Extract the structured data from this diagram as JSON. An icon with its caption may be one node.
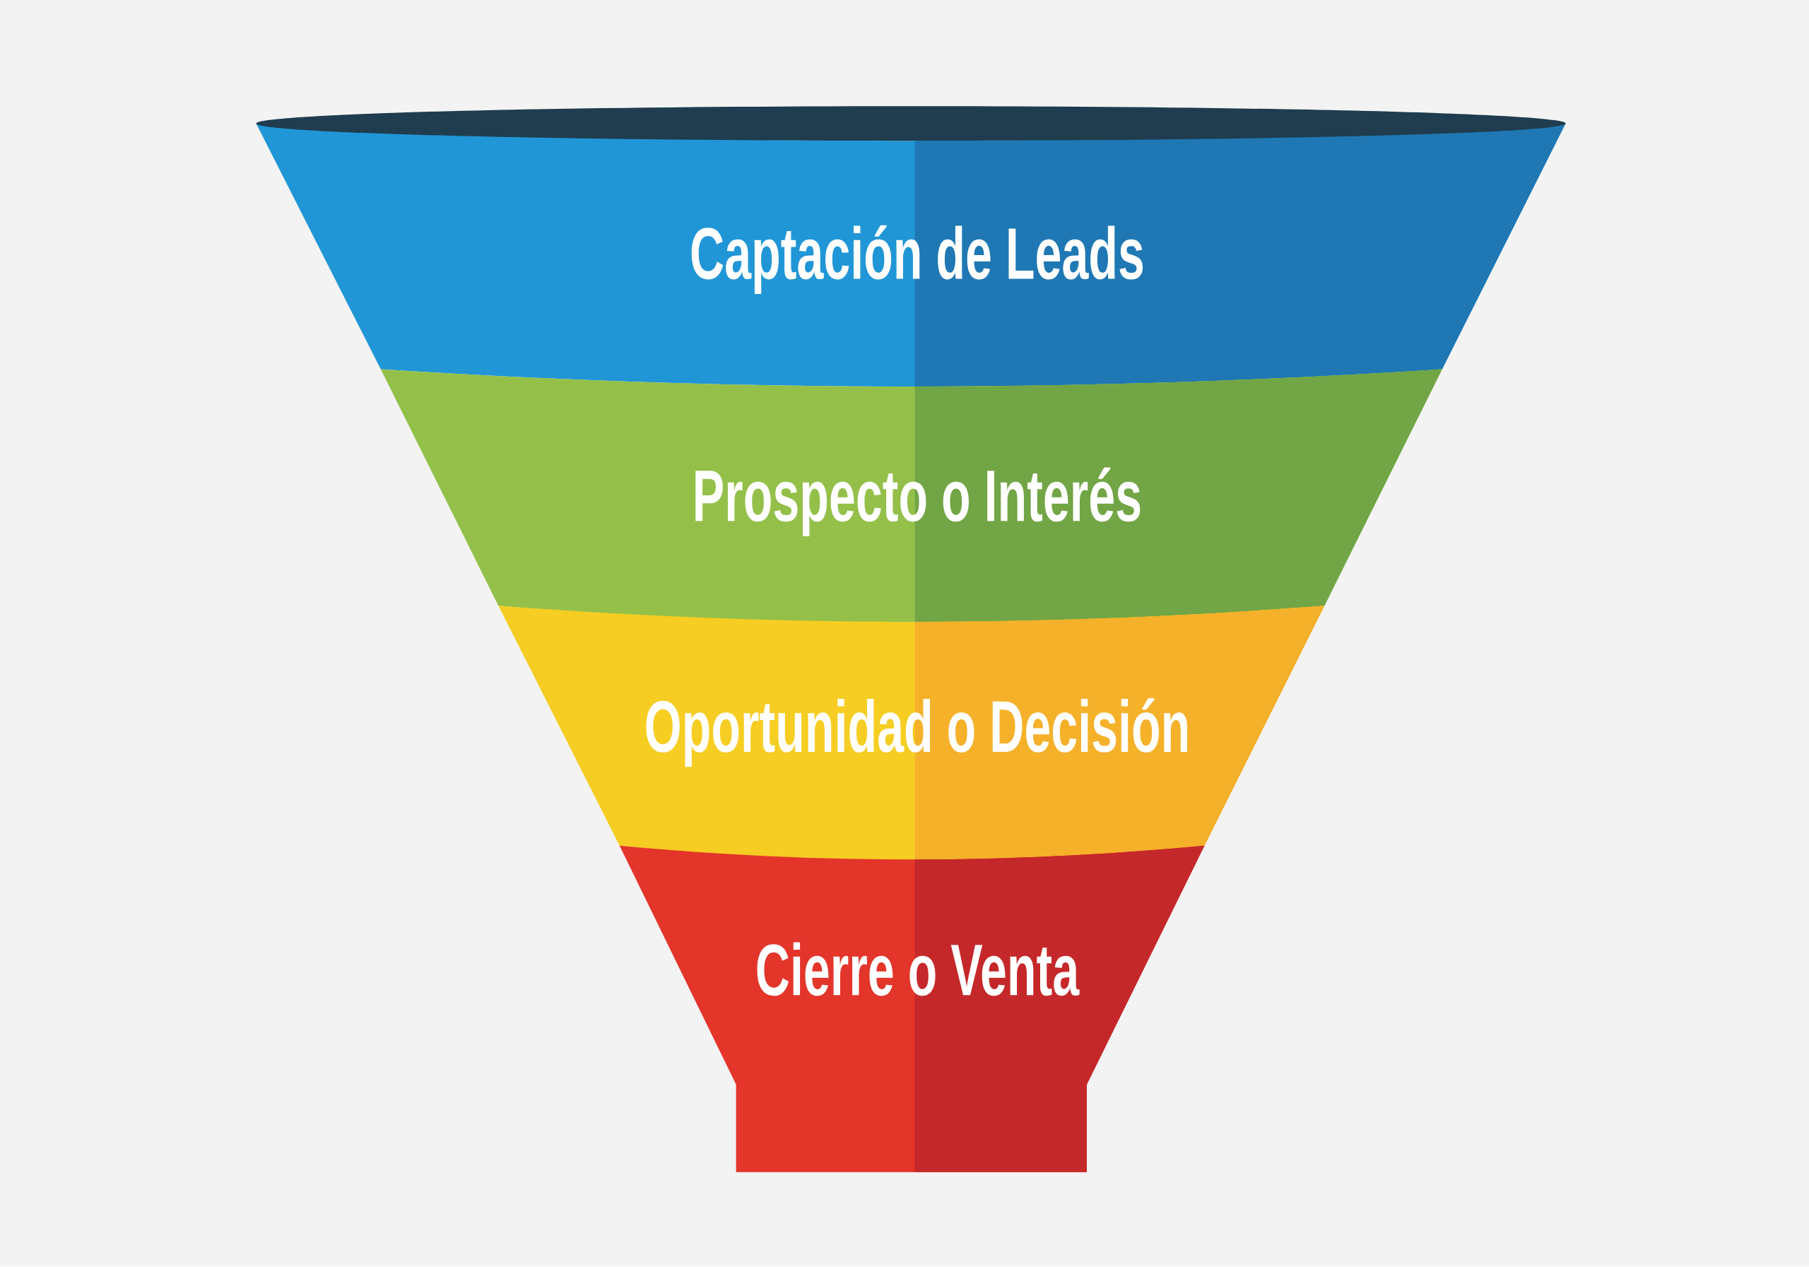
{
  "diagram": {
    "nodes": [
      {
        "text": [
          "Captación de Leads"
        ]
      },
      {
        "text": [
          "Prospecto o Interés"
        ]
      },
      {
        "text": [
          "Oportunidad o Decisión"
        ]
      },
      {
        "text": [
          "Cierre o Venta"
        ]
      }
    ]
  }
}
